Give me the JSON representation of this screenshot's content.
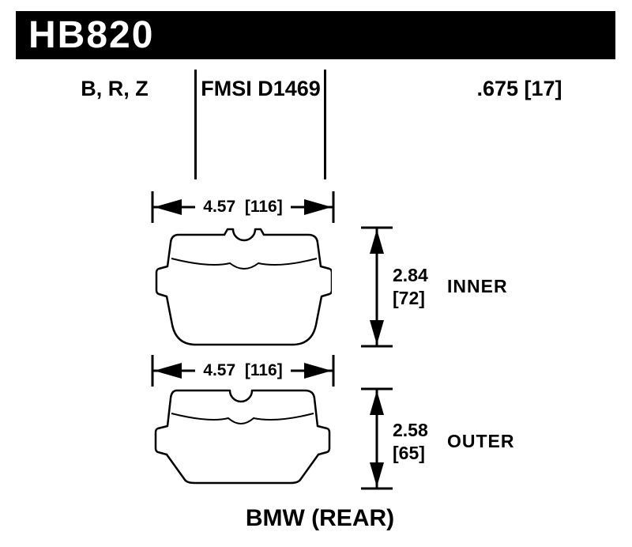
{
  "header": {
    "part_number": "HB820"
  },
  "spec_row": {
    "compounds": "B, R, Z",
    "fmsi": "FMSI D1469",
    "thickness": ".675 [17]"
  },
  "inner_pad": {
    "width_label": "4.57  [116]",
    "height_in": "2.84",
    "height_mm": "[72]",
    "side_label": "INNER"
  },
  "outer_pad": {
    "width_label": "4.57  [116]",
    "height_in": "2.58",
    "height_mm": "[65]",
    "side_label": "OUTER"
  },
  "footer": {
    "application": "BMW (REAR)"
  },
  "colors": {
    "bar_background": "#000000",
    "bar_text": "#ffffff",
    "line": "#000000",
    "page_background": "#ffffff"
  }
}
